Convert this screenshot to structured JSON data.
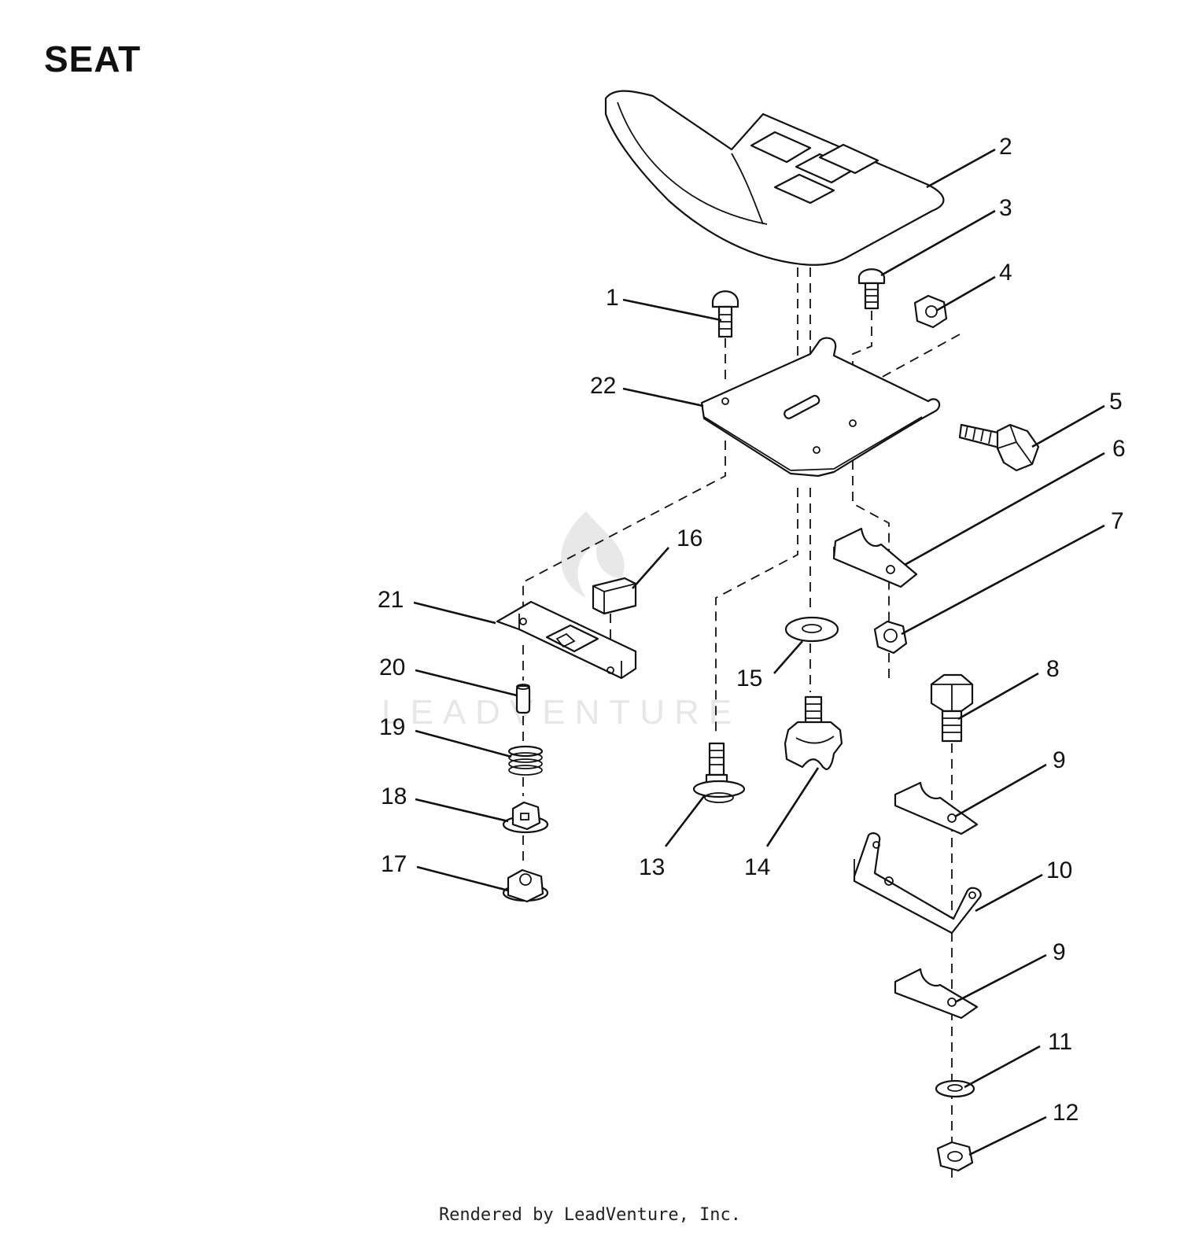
{
  "page": {
    "title": "SEAT",
    "footer": "Rendered by LeadVenture, Inc."
  },
  "watermark": {
    "text": "LEADVENTURE",
    "icon": "flame-logo-icon",
    "color": "#d8d8d8"
  },
  "colors": {
    "ink": "#111111",
    "background": "#ffffff"
  },
  "callouts": [
    {
      "id": "2",
      "label": "2",
      "part": "seat"
    },
    {
      "id": "3",
      "label": "3",
      "part": "carriage-bolt"
    },
    {
      "id": "4",
      "label": "4",
      "part": "nut"
    },
    {
      "id": "1",
      "label": "1",
      "part": "carriage-bolt"
    },
    {
      "id": "22",
      "label": "22",
      "part": "seat-pan"
    },
    {
      "id": "5",
      "label": "5",
      "part": "hex-bolt"
    },
    {
      "id": "6",
      "label": "6",
      "part": "bracket"
    },
    {
      "id": "7",
      "label": "7",
      "part": "lock-nut"
    },
    {
      "id": "16",
      "label": "16",
      "part": "block"
    },
    {
      "id": "21",
      "label": "21",
      "part": "slide-plate"
    },
    {
      "id": "15",
      "label": "15",
      "part": "washer"
    },
    {
      "id": "20",
      "label": "20",
      "part": "pin"
    },
    {
      "id": "8",
      "label": "8",
      "part": "hex-bolt"
    },
    {
      "id": "19",
      "label": "19",
      "part": "spring"
    },
    {
      "id": "9a",
      "label": "9",
      "part": "bracket"
    },
    {
      "id": "18",
      "label": "18",
      "part": "flange-nut"
    },
    {
      "id": "13",
      "label": "13",
      "part": "shoulder-bolt"
    },
    {
      "id": "14",
      "label": "14",
      "part": "knob"
    },
    {
      "id": "17",
      "label": "17",
      "part": "flange-nut"
    },
    {
      "id": "10",
      "label": "10",
      "part": "seat-bracket"
    },
    {
      "id": "9b",
      "label": "9",
      "part": "bracket"
    },
    {
      "id": "11",
      "label": "11",
      "part": "washer"
    },
    {
      "id": "12",
      "label": "12",
      "part": "nut"
    }
  ]
}
